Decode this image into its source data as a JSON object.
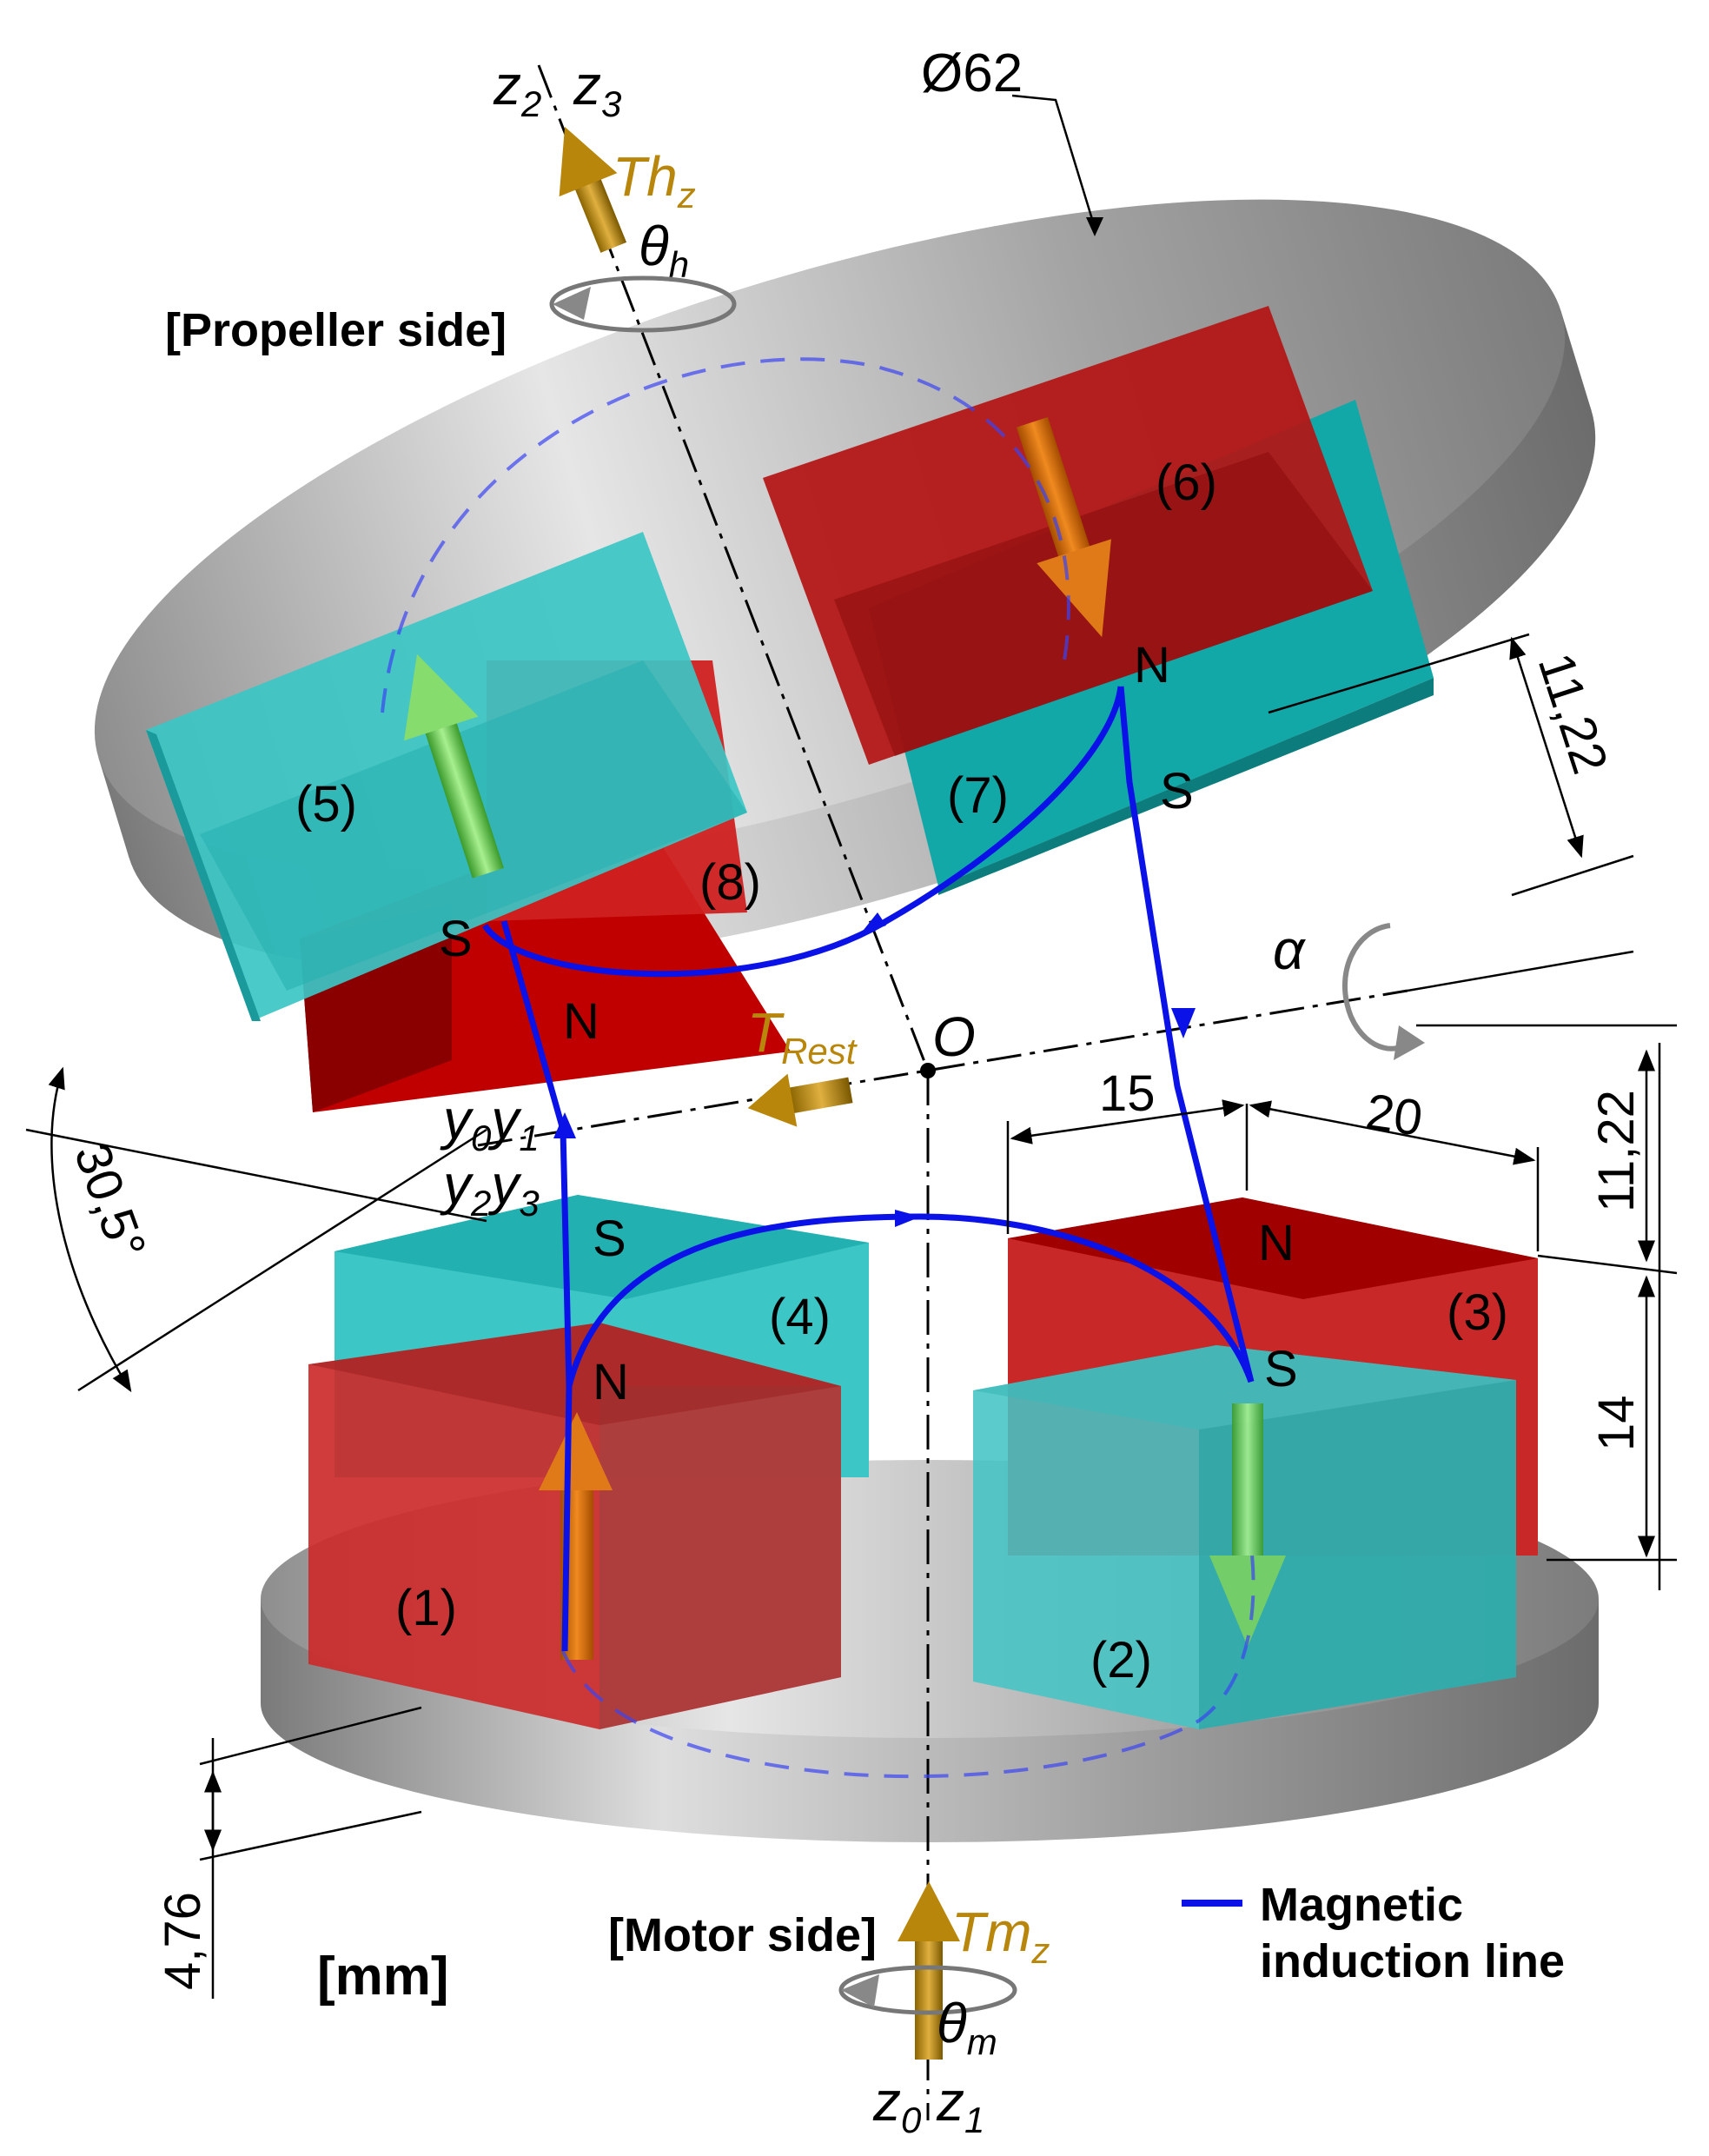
{
  "labels": {
    "diameter": "Ø62",
    "propeller_side": "[Propeller side]",
    "motor_side": "[Motor side]",
    "units": "[mm]",
    "legend": [
      "Magnetic",
      "induction line"
    ]
  },
  "dimensions": {
    "gap_top": "11,22",
    "gap_right": "11,22",
    "magnet_height": "14",
    "disk_thickness": "4,76",
    "spacing": "15",
    "magnet_width": "20",
    "tilt_angle": "30,5°"
  },
  "magnets": [
    "(1)",
    "(2)",
    "(3)",
    "(4)",
    "(5)",
    "(6)",
    "(7)",
    "(8)"
  ],
  "poles": {
    "north": "N",
    "south": "S"
  },
  "axes": {
    "origin": "O",
    "z2": "z",
    "z2_sub": "2",
    "z3": "z",
    "z3_sub": "3",
    "z0": "z",
    "z0_sub": "0",
    "z1": "z",
    "z1_sub": "1",
    "y0": "y",
    "y0_sub": "0",
    "y1": "y",
    "y1_sub": "1",
    "y2": "y",
    "y2_sub": "2",
    "y3": "y",
    "y3_sub": "3",
    "theta": "θ",
    "theta_h_sub": "h",
    "theta_m_sub": "m",
    "alpha": "α"
  },
  "torques": {
    "thz": "Th",
    "thz_sub": "z",
    "tmz": "Tm",
    "tmz_sub": "z",
    "trest": "T",
    "trest_sub": "Rest"
  },
  "colors": {
    "north_magnet": "#b00000",
    "south_magnet": "#20c0c0",
    "flux_line": "#0a12e8",
    "disk": "#9a9a9a",
    "torque_arrow": "#b8860b"
  }
}
